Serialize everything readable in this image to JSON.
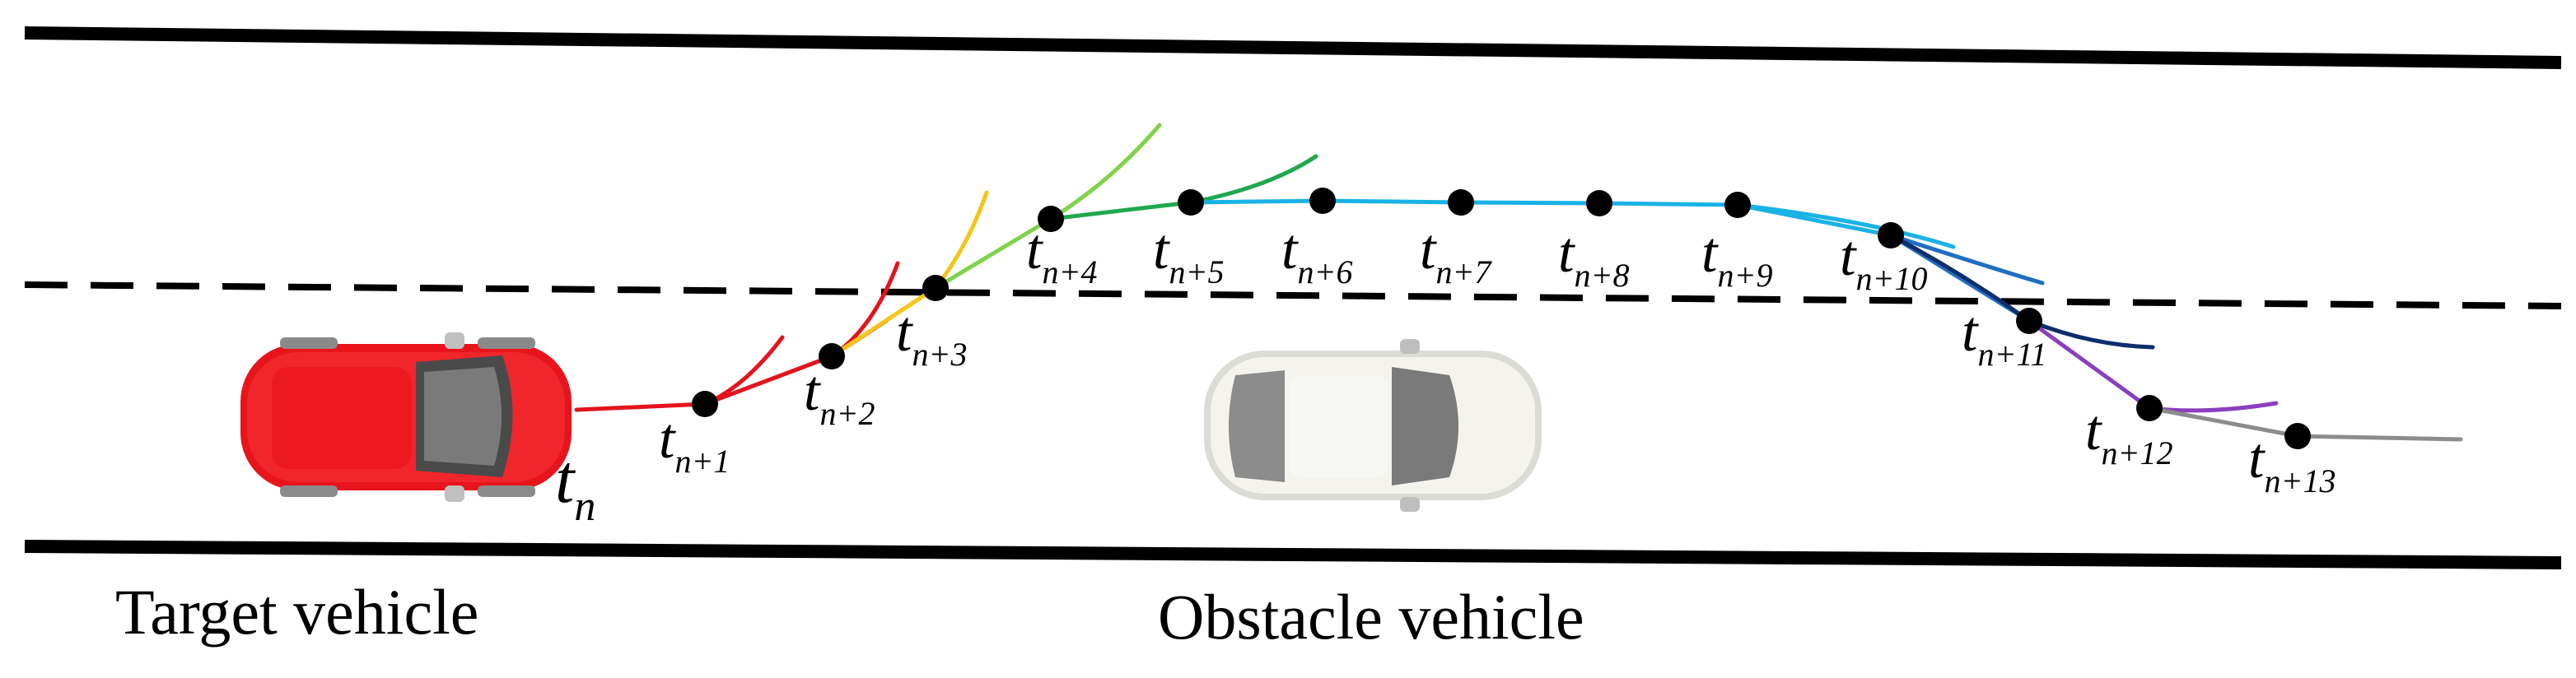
{
  "labels": {
    "target_vehicle": "Target vehicle",
    "obstacle_vehicle": "Obstacle vehicle"
  },
  "time_points": [
    {
      "base": "t",
      "sub": "n"
    },
    {
      "base": "t",
      "sub": "n+1"
    },
    {
      "base": "t",
      "sub": "n+2"
    },
    {
      "base": "t",
      "sub": "n+3"
    },
    {
      "base": "t",
      "sub": "n+4"
    },
    {
      "base": "t",
      "sub": "n+5"
    },
    {
      "base": "t",
      "sub": "n+6"
    },
    {
      "base": "t",
      "sub": "n+7"
    },
    {
      "base": "t",
      "sub": "n+8"
    },
    {
      "base": "t",
      "sub": "n+9"
    },
    {
      "base": "t",
      "sub": "n+10"
    },
    {
      "base": "t",
      "sub": "n+11"
    },
    {
      "base": "t",
      "sub": "n+12"
    },
    {
      "base": "t",
      "sub": "n+13"
    }
  ],
  "colors": {
    "road_line": "#000000",
    "target_car": "#e8141c",
    "obstacle_car": "#f2f1ec",
    "segment_red": "#e3141c",
    "segment_yellow": "#f5c518",
    "segment_lightgreen": "#7fd24a",
    "segment_green": "#1fa84f",
    "segment_cyan": "#19b2e6",
    "segment_blue": "#1f6fc2",
    "segment_navy": "#0d2d6b",
    "segment_purple": "#8a3fbf",
    "segment_gray": "#8c8c8c"
  }
}
